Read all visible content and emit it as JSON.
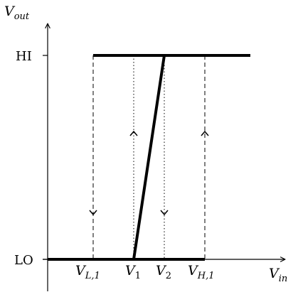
{
  "axes": {
    "y_label": {
      "base": "V",
      "sub": "out"
    },
    "x_label": {
      "base": "V",
      "sub": "in"
    }
  },
  "levels": {
    "hi": "HI",
    "lo": "LO"
  },
  "thresholds": [
    {
      "base": "V",
      "sub": "L,1"
    },
    {
      "base": "V",
      "sub": "1"
    },
    {
      "base": "V",
      "sub": "2"
    },
    {
      "base": "V",
      "sub": "H,1"
    }
  ],
  "colors": {
    "ink": "#000000",
    "background": "#ffffff"
  }
}
